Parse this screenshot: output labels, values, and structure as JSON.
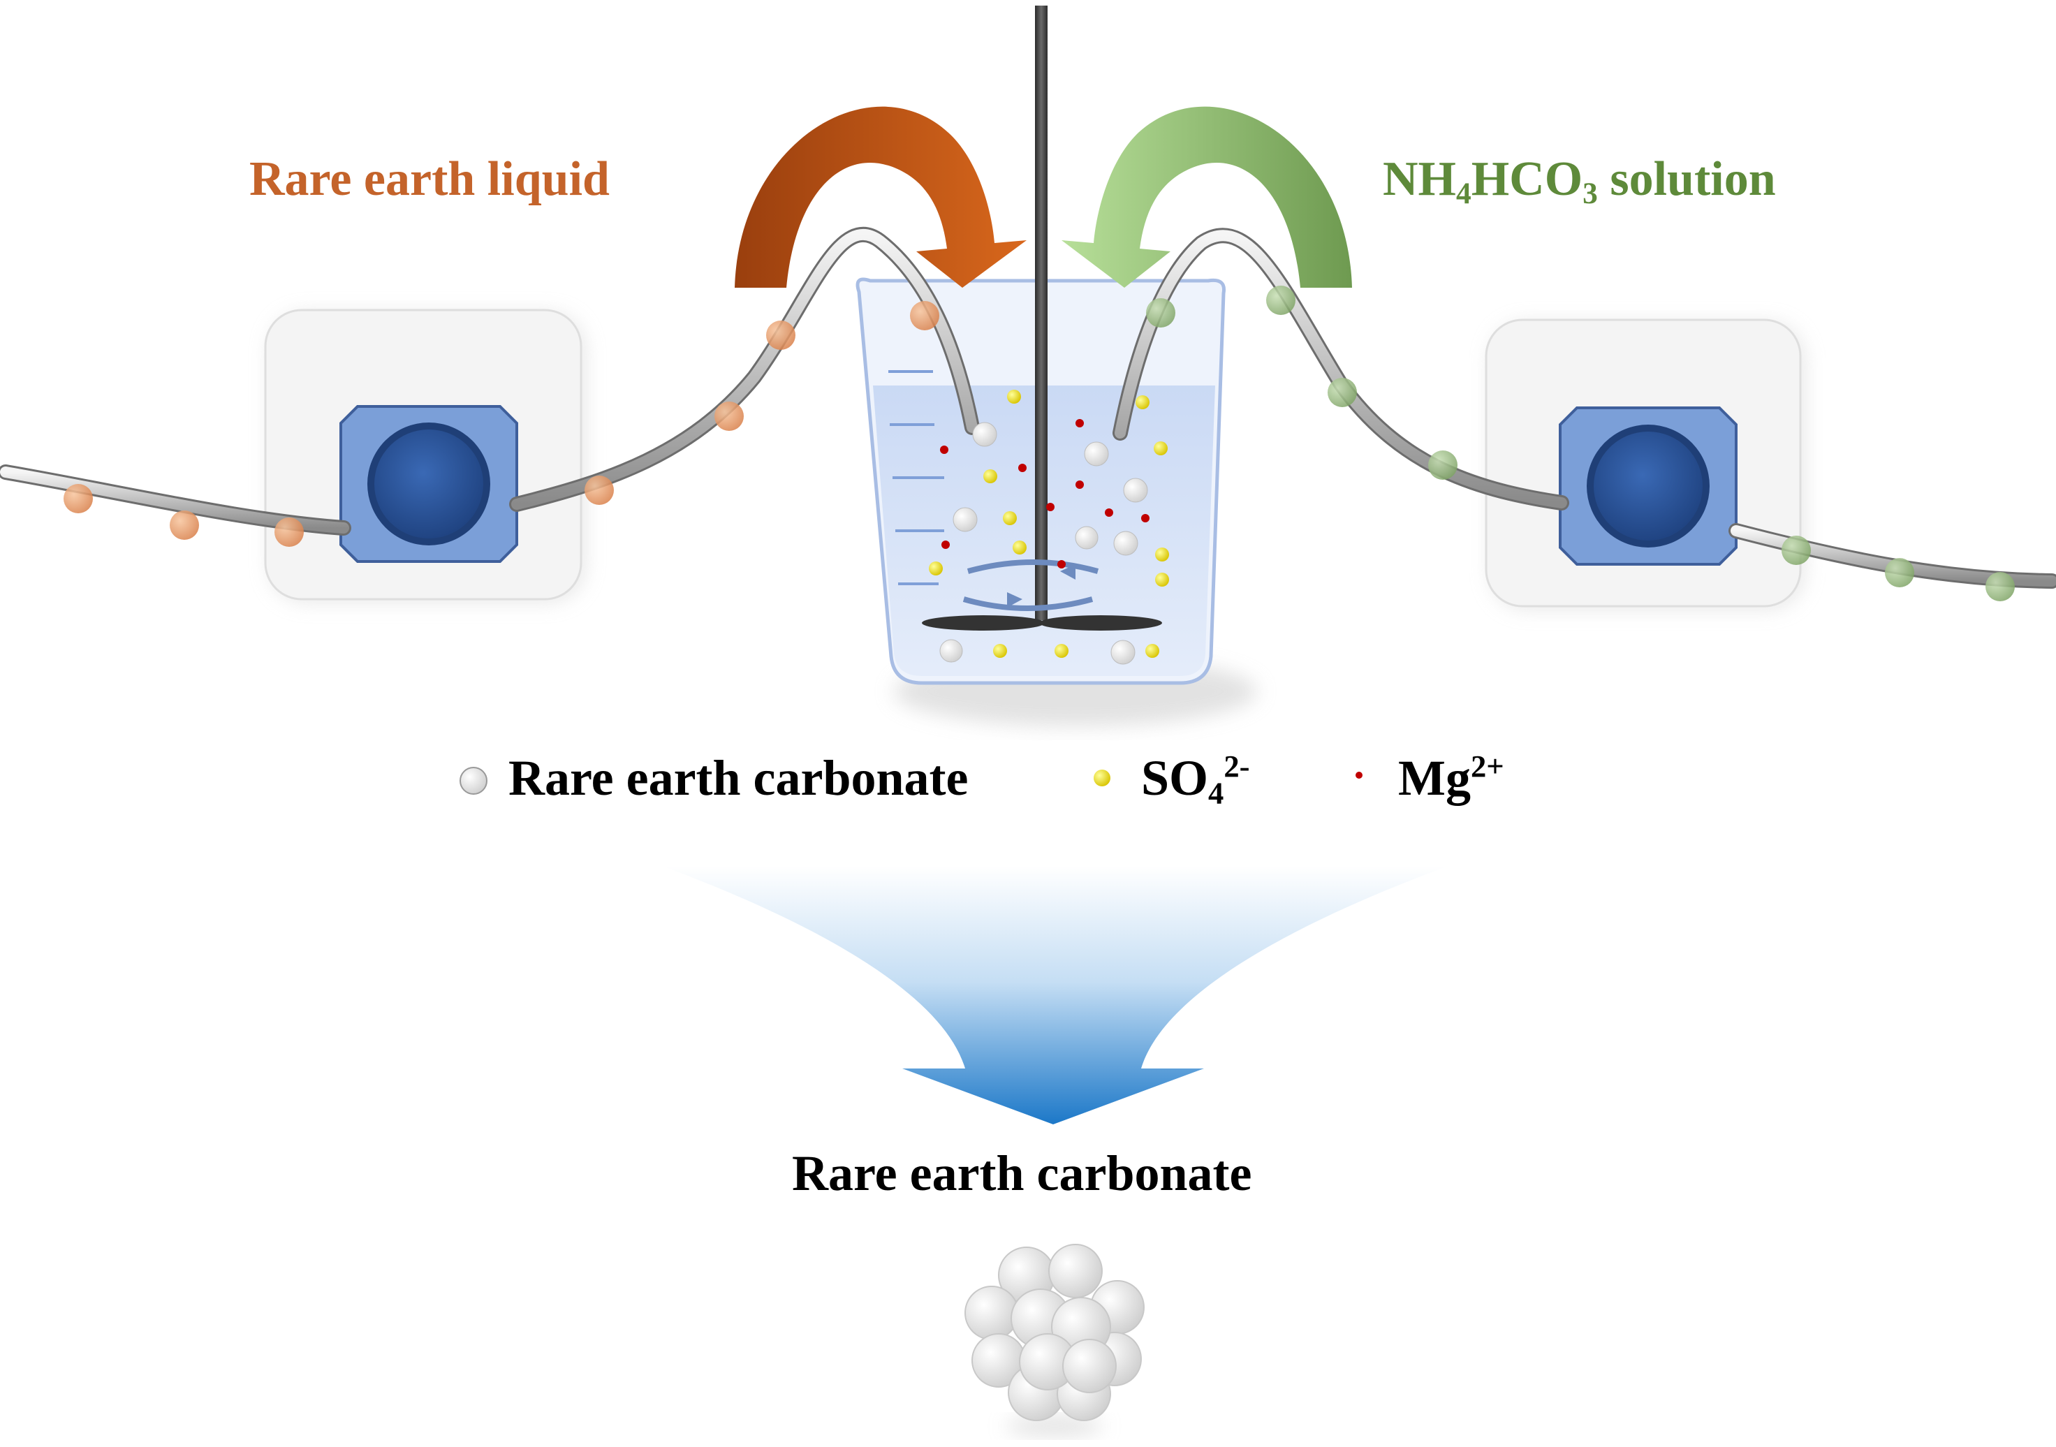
{
  "labels": {
    "rare_earth_liquid": "Rare earth liquid",
    "reagent": {
      "pre": "NH",
      "sub1": "4",
      "mid": "HCO",
      "sub2": "3",
      "post": " solution"
    },
    "product": "Rare earth carbonate"
  },
  "legend": {
    "carbonate": "Rare earth carbonate",
    "sulfate": {
      "base": "SO",
      "sub": "4",
      "sup": "2-"
    },
    "magnesium": {
      "base": "Mg",
      "sup": "2+"
    }
  },
  "colors": {
    "rare_earth_liquid": "#c4632a",
    "reagent": "#5e8a3a",
    "sulfate_ion": "#f2e600",
    "magnesium_ion": "#c00000",
    "funnel": "#1c78c8"
  },
  "icons": {
    "pump": "peristaltic-pump-icon",
    "beaker": "stirred-beaker-icon",
    "product": "particle-cluster-icon"
  }
}
